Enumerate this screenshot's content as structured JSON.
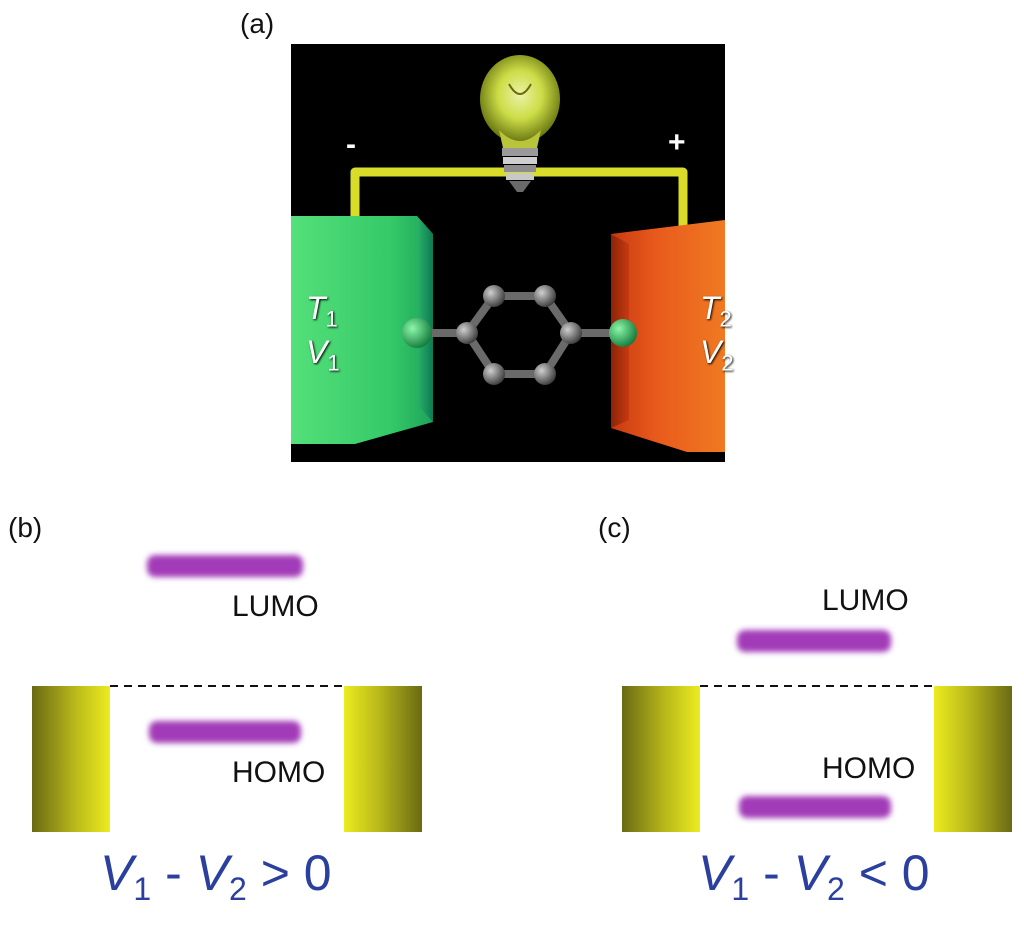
{
  "panel_a": {
    "label": "(a)",
    "minus_sign": "-",
    "plus_sign": "+",
    "left_contact": {
      "t_var": "T",
      "t_sub": "1",
      "v_var": "V",
      "v_sub": "1",
      "color": "#3fcf6a"
    },
    "right_contact": {
      "t_var": "T",
      "t_sub": "2",
      "v_var": "V",
      "v_sub": "2",
      "color": "#e0501a"
    },
    "wire_color": "#d9dd2a",
    "background_color": "#000000"
  },
  "panel_b": {
    "label": "(b)",
    "lumo_label": "LUMO",
    "homo_label": "HOMO",
    "condition": {
      "v1_var": "V",
      "v1_sub": "1",
      "op": "-",
      "v2_var": "V",
      "v2_sub": "2",
      "rel": "> 0"
    }
  },
  "panel_c": {
    "label": "(c)",
    "lumo_label": "LUMO",
    "homo_label": "HOMO",
    "condition": {
      "v1_var": "V",
      "v1_sub": "1",
      "op": "-",
      "v2_var": "V",
      "v2_sub": "2",
      "rel": "< 0"
    }
  },
  "colors": {
    "level": "#a23ab7",
    "electrode": "#d8d81c",
    "condition_text": "#2b3f9e"
  }
}
